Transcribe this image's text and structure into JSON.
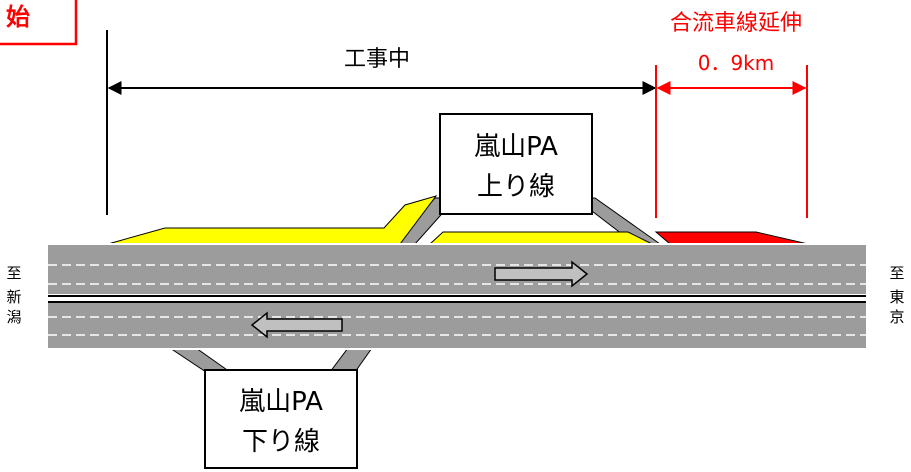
{
  "start_label": "始",
  "works_label": "工事中",
  "extension": {
    "label": "合流車線延伸",
    "distance": "0．9km",
    "color": "#ff0000"
  },
  "pa_up": {
    "line1": "嵐山PA",
    "line2": "上り線"
  },
  "pa_down": {
    "line1": "嵐山PA",
    "line2": "下り線"
  },
  "left_destination": [
    "至",
    "新",
    "潟"
  ],
  "right_destination": [
    "至",
    "東",
    "京"
  ],
  "colors": {
    "road": "#9c9c9c",
    "road_edge": "#ffffff",
    "median": "#000000",
    "construction": "#ffff00",
    "extension": "#ff0000",
    "arrow": "#c0c0c0"
  }
}
